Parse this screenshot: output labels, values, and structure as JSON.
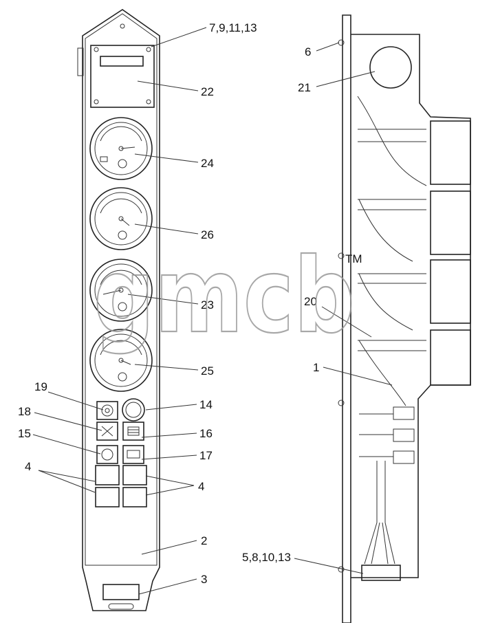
{
  "callouts": {
    "c_7_9_11_13": "7,9,11,13",
    "c_6": "6",
    "c_21": "21",
    "c_22": "22",
    "c_24": "24",
    "c_26": "26",
    "c_23": "23",
    "c_20": "20",
    "c_25": "25",
    "c_1": "1",
    "c_19": "19",
    "c_14": "14",
    "c_18": "18",
    "c_16": "16",
    "c_15": "15",
    "c_17": "17",
    "c_4_left": "4",
    "c_4_right": "4",
    "c_2": "2",
    "c_5_8_10_13": "5,8,10,13",
    "c_3": "3"
  },
  "watermark": {
    "text": "gmcb",
    "mark": "TM"
  }
}
